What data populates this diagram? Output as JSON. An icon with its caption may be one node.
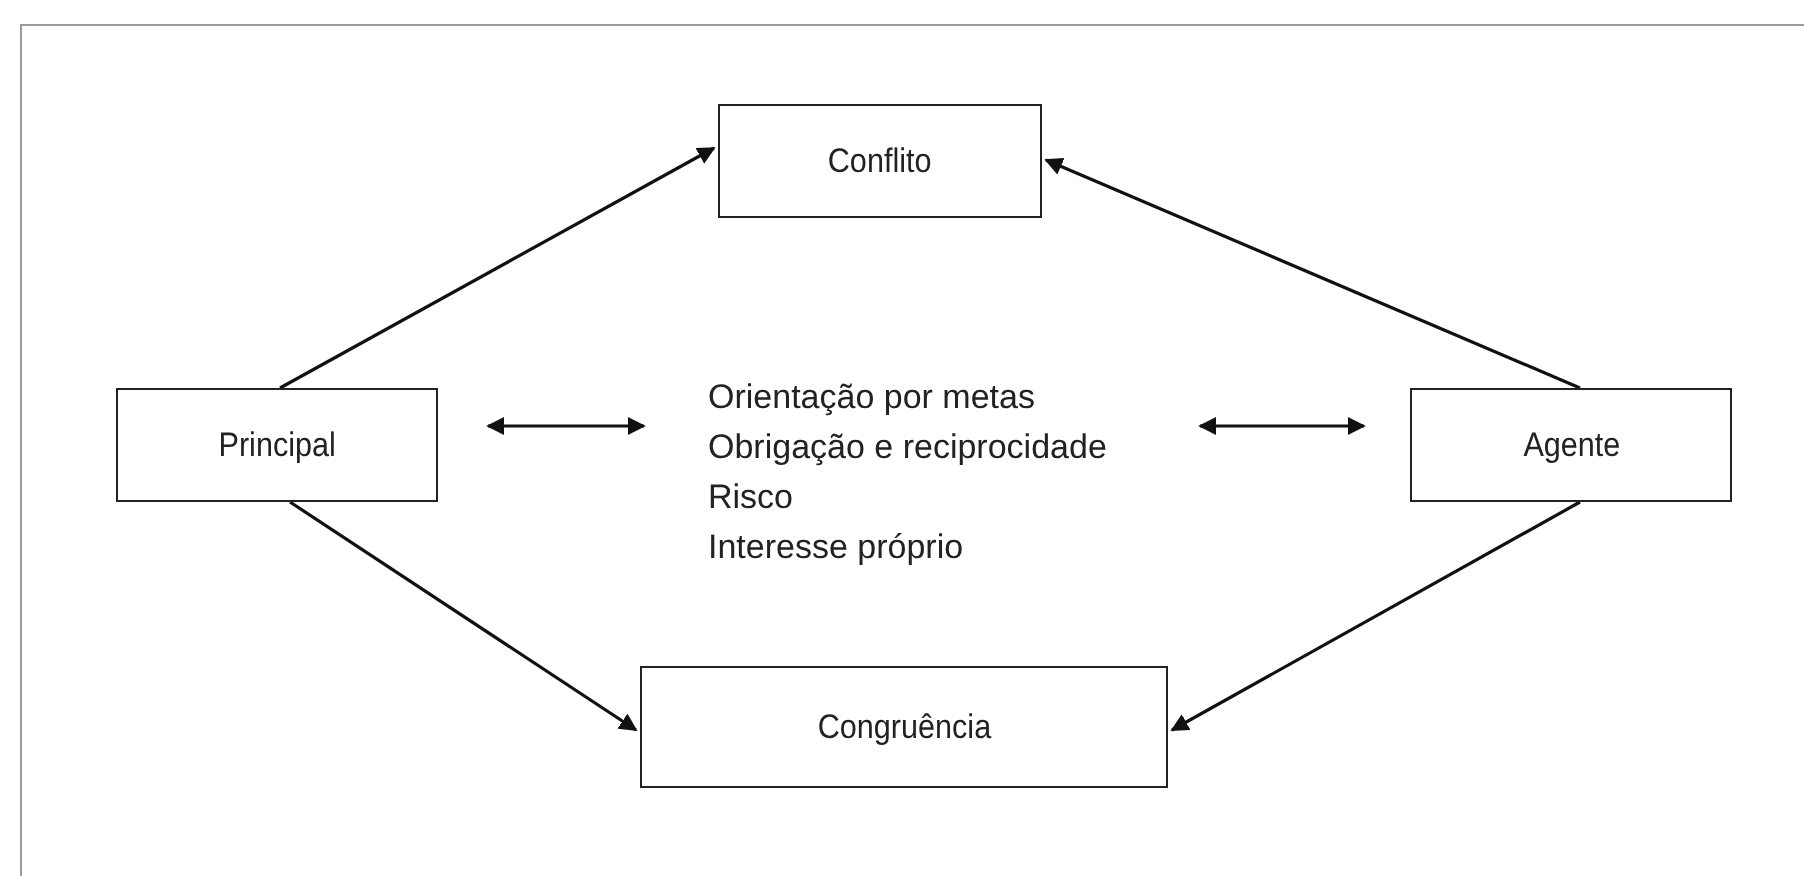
{
  "diagram": {
    "nodes": [
      {
        "text": [
          "Conflito"
        ]
      },
      {
        "text": [
          "Principal"
        ]
      },
      {
        "text": [
          "Orientação por metas",
          "Obrigação e reciprocidade",
          "Risco",
          "Interesse próprio"
        ]
      },
      {
        "text": [
          "Agente"
        ]
      },
      {
        "text": [
          "Congruência"
        ]
      }
    ],
    "edges": [
      {
        "from": 1,
        "to": 0,
        "arrow": "to"
      },
      {
        "from": 3,
        "to": 0,
        "arrow": "to"
      },
      {
        "from": 1,
        "to": 2,
        "arrow": "both"
      },
      {
        "from": 2,
        "to": 3,
        "arrow": "both"
      },
      {
        "from": 1,
        "to": 4,
        "arrow": "to"
      },
      {
        "from": 3,
        "to": 4,
        "arrow": "to"
      }
    ]
  }
}
